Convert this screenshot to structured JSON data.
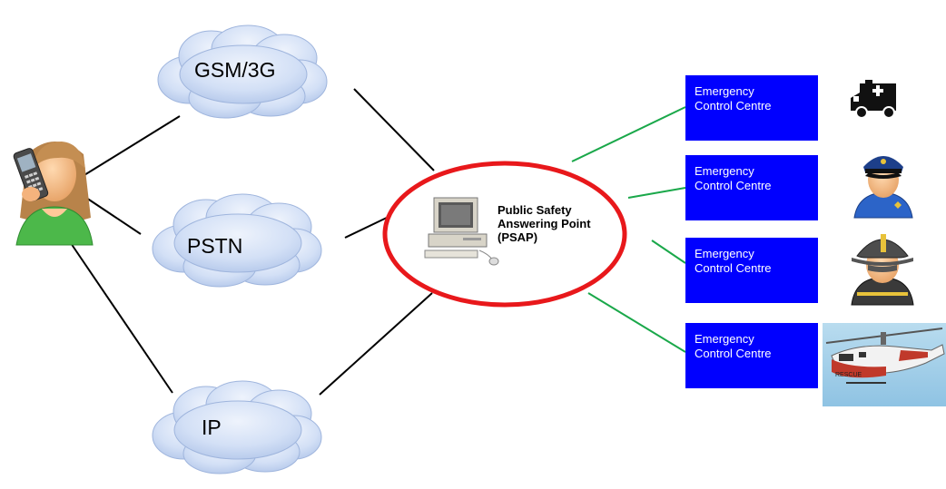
{
  "networks": [
    {
      "label": "GSM/3G"
    },
    {
      "label": "PSTN"
    },
    {
      "label": "IP"
    }
  ],
  "psap": {
    "label_lines": [
      "Public Safety",
      "Answering Point",
      "(PSAP)"
    ],
    "ring_color": "#e8181b"
  },
  "centres": [
    {
      "label_lines": [
        "Emergency",
        "Control Centre"
      ],
      "service_icon": "ambulance-icon"
    },
    {
      "label_lines": [
        "Emergency",
        "Control Centre"
      ],
      "service_icon": "police-officer-icon"
    },
    {
      "label_lines": [
        "Emergency",
        "Control Centre"
      ],
      "service_icon": "firefighter-icon"
    },
    {
      "label_lines": [
        "Emergency",
        "Control Centre"
      ],
      "service_icon": "rescue-helicopter-icon"
    }
  ],
  "helicopter": {
    "marking": "RESCUE"
  },
  "colors": {
    "box_fill": "#0000ff",
    "box_text": "#ffffff",
    "caller_link": "#000000",
    "centre_link": "#1aa84a",
    "cloud_fill": "#c9d8f3"
  }
}
